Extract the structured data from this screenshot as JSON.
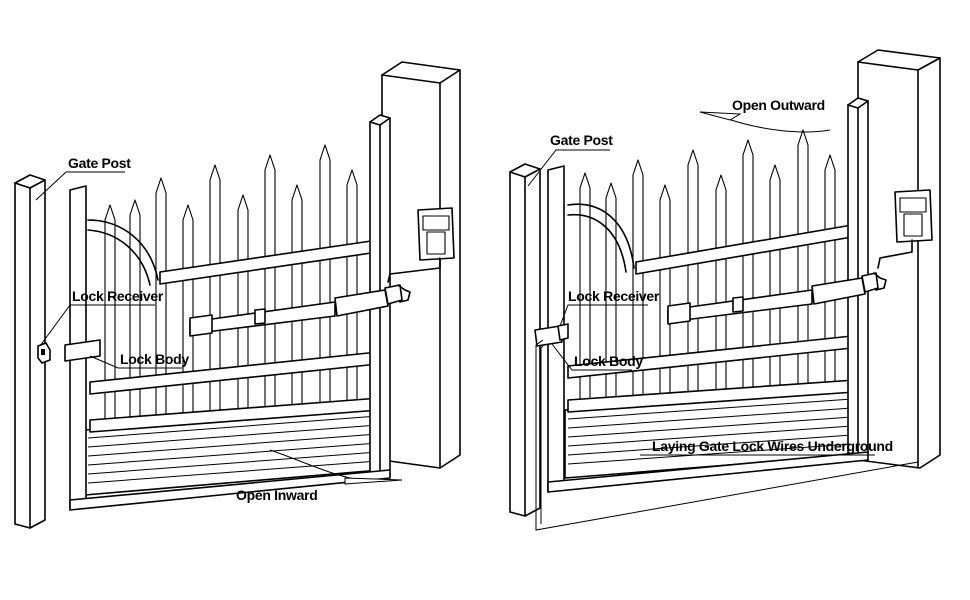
{
  "left_panel": {
    "gate_post_label": "Gate Post",
    "lock_receiver_label": "Lock Receiver",
    "lock_body_label": "Lock Body",
    "open_direction_label": "Open Inward"
  },
  "right_panel": {
    "gate_post_label": "Gate Post",
    "lock_receiver_label": "Lock Receiver",
    "lock_body_label": "Lock Body",
    "open_direction_label": "Open Outward",
    "wiring_label": "Laying Gate Lock Wires Underground"
  }
}
